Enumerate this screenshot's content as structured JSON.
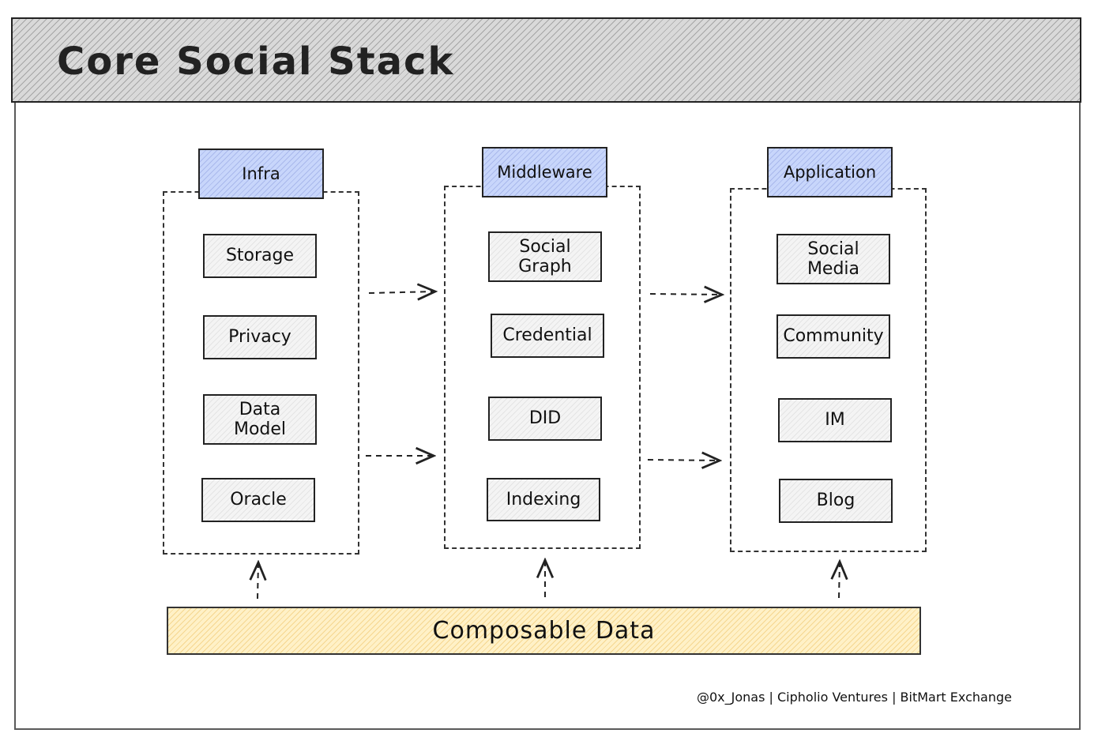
{
  "title": "Core Social Stack",
  "columns": [
    {
      "label": "Infra",
      "items": [
        "Storage",
        "Privacy",
        "Data\nModel",
        "Oracle"
      ]
    },
    {
      "label": "Middleware",
      "items": [
        "Social\nGraph",
        "Credential",
        "DID",
        "Indexing"
      ]
    },
    {
      "label": "Application",
      "items": [
        "Social\nMedia",
        "Community",
        "IM",
        "Blog"
      ]
    }
  ],
  "foundation": "Composable Data",
  "credit": "@0x_Jonas | Cipholio Ventures | BitMart Exchange",
  "colors": {
    "header_fill": "#d9d9d9",
    "label_fill": "#c8d6fb",
    "item_fill": "#f4f4f4",
    "foundation_fill": "#fff1c7"
  }
}
